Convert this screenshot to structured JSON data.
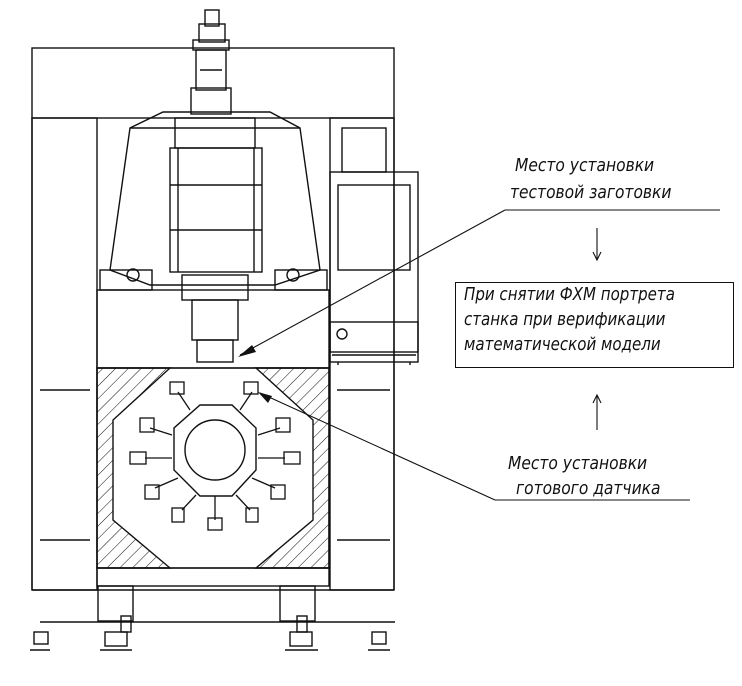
{
  "annotations": {
    "test_blank": {
      "line1": "Место установки",
      "line2": "тестовой заготовки"
    },
    "condition": {
      "line1": "При снятии ФХМ портрета",
      "line2": "станка при верификации",
      "line3": "математической модели"
    },
    "sensor": {
      "line1": "Место установки",
      "line2": "готового датчика"
    }
  },
  "colors": {
    "stroke": "#111111",
    "background": "#ffffff"
  }
}
